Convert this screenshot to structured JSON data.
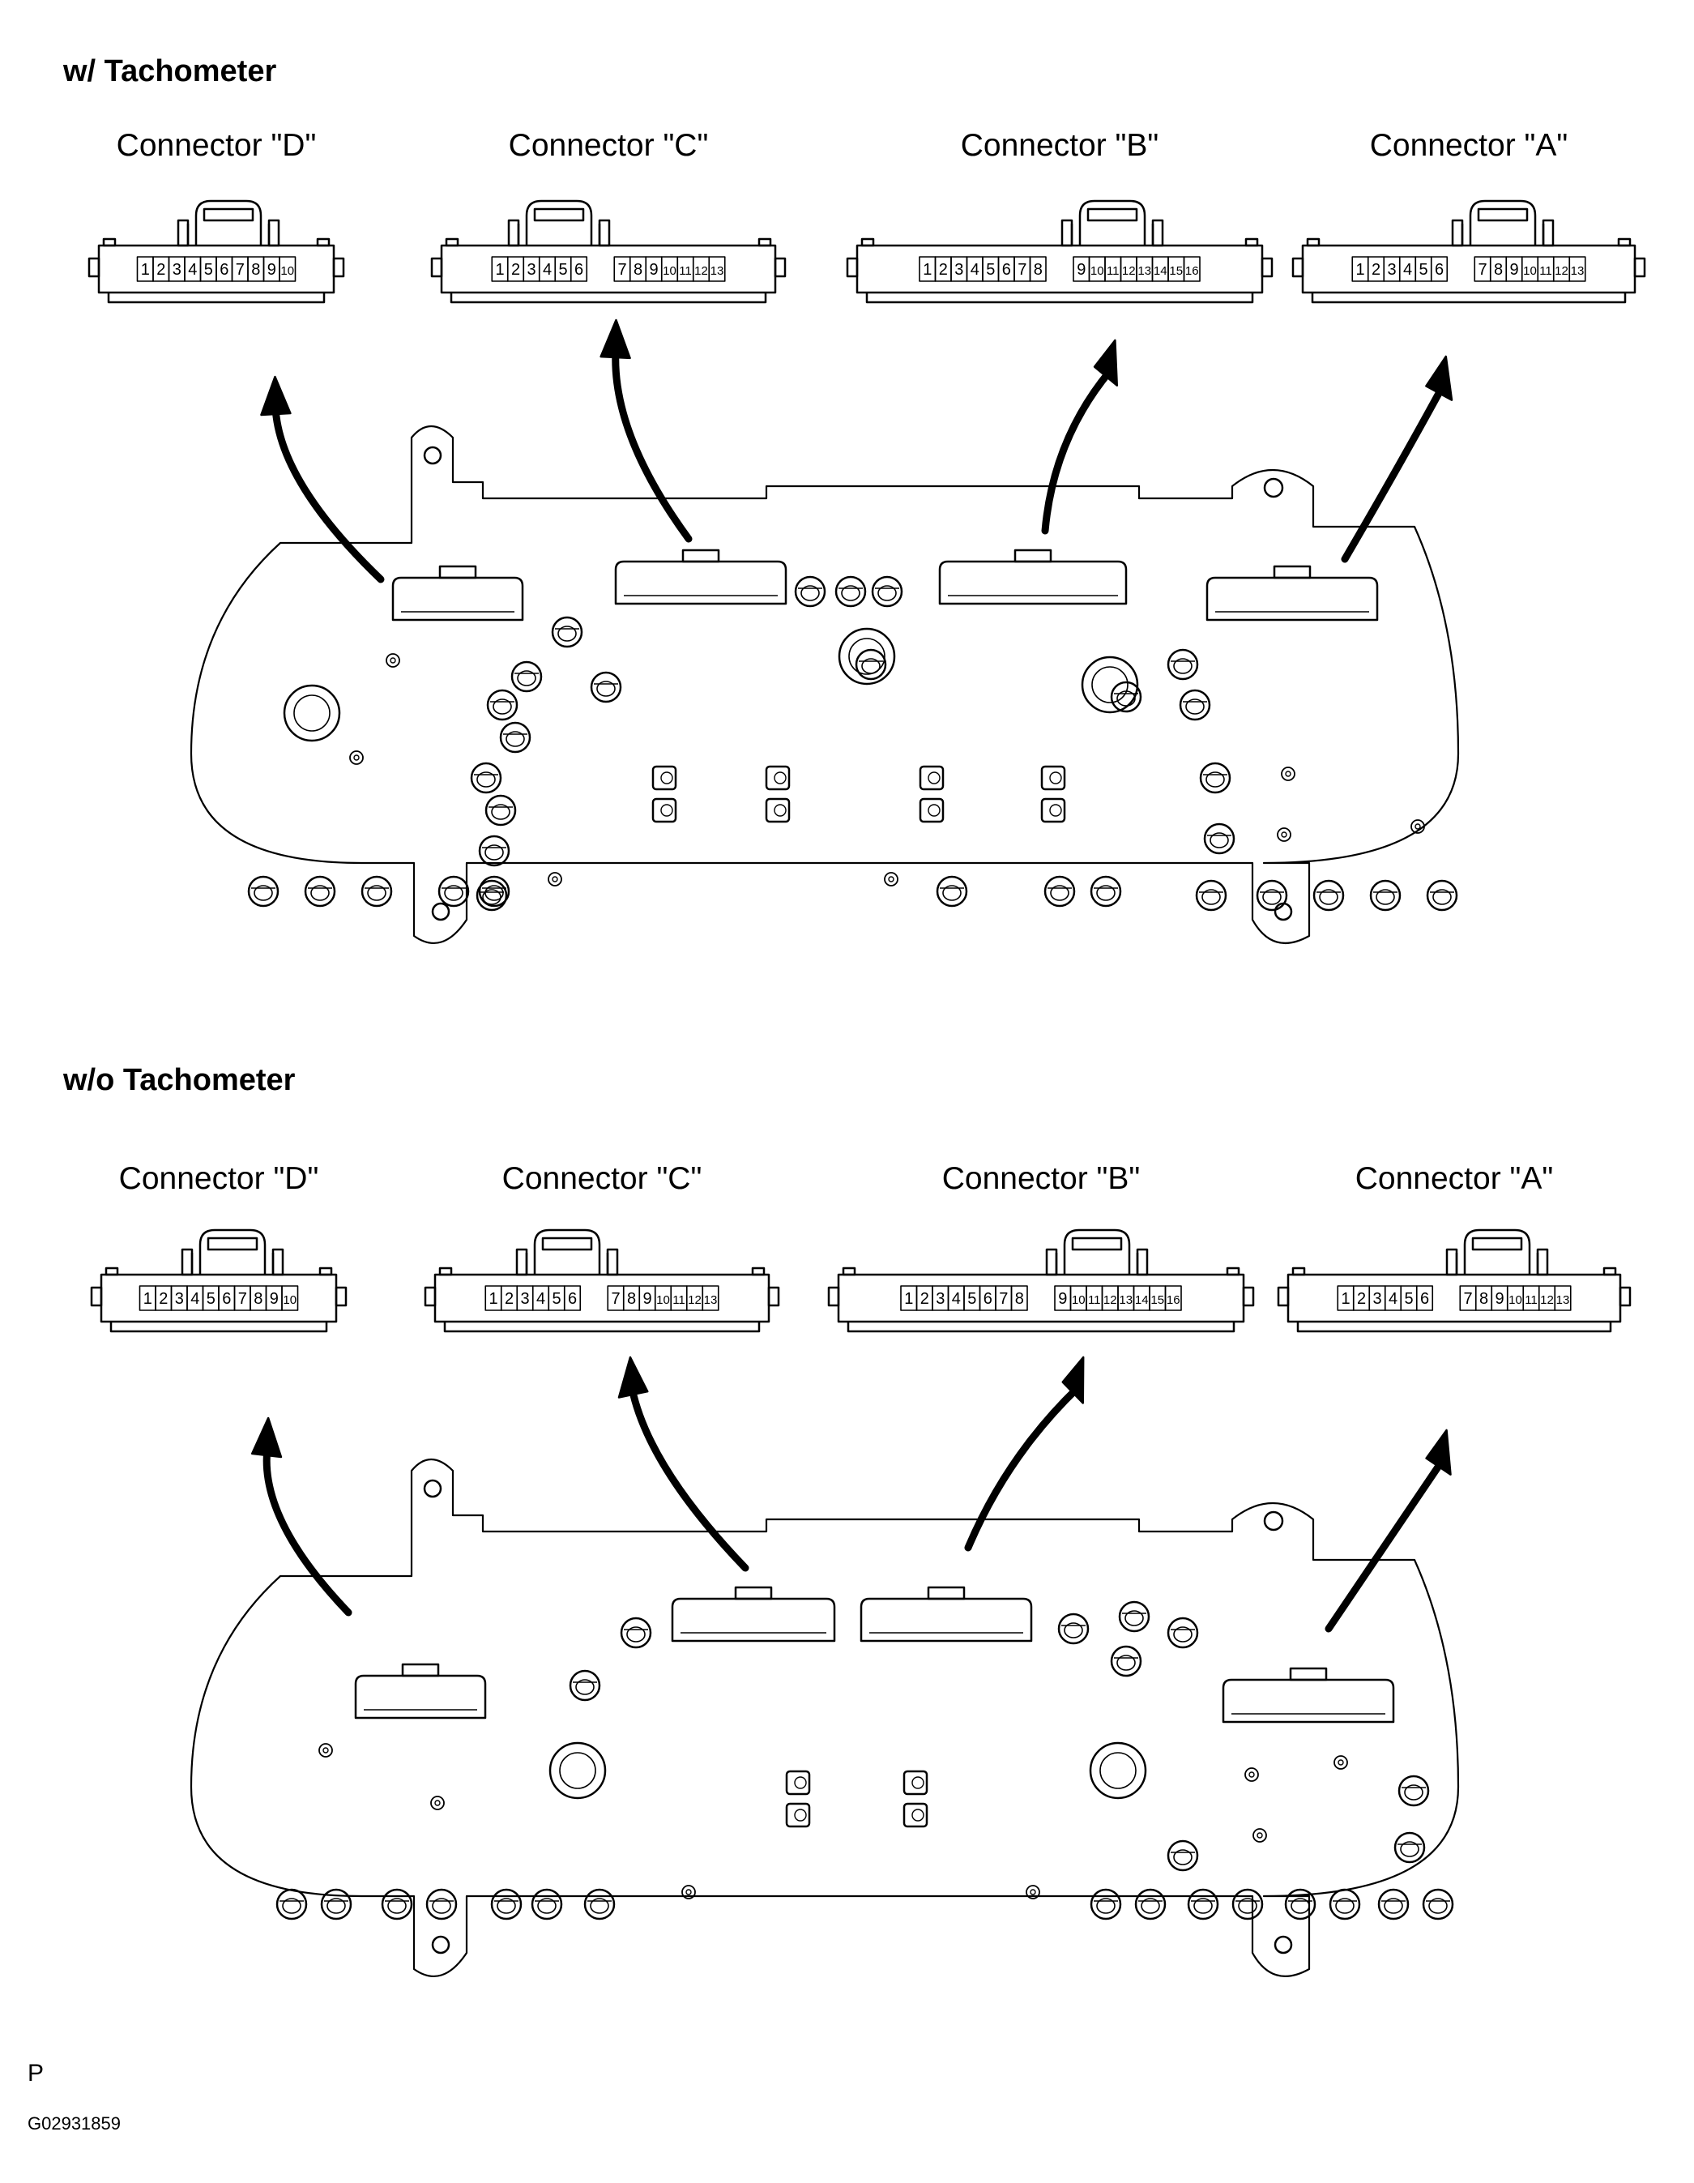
{
  "sections": [
    {
      "title": "w/ Tachometer",
      "connectors": [
        {
          "label": "Connector \"D\"",
          "pins": [
            "1",
            "2",
            "3",
            "4",
            "5",
            "6",
            "7",
            "8",
            "9",
            "10"
          ],
          "gap_after": 0
        },
        {
          "label": "Connector \"C\"",
          "pins": [
            "1",
            "2",
            "3",
            "4",
            "5",
            "6",
            "7",
            "8",
            "9",
            "10",
            "11",
            "12",
            "13"
          ],
          "gap_after": 6
        },
        {
          "label": "Connector \"B\"",
          "pins": [
            "1",
            "2",
            "3",
            "4",
            "5",
            "6",
            "7",
            "8",
            "9",
            "10",
            "11",
            "12",
            "13",
            "14",
            "15",
            "16"
          ],
          "gap_after": 8
        },
        {
          "label": "Connector \"A\"",
          "pins": [
            "1",
            "2",
            "3",
            "4",
            "5",
            "6",
            "7",
            "8",
            "9",
            "10",
            "11",
            "12",
            "13"
          ],
          "gap_after": 6
        }
      ]
    },
    {
      "title": "w/o Tachometer",
      "connectors": [
        {
          "label": "Connector \"D\"",
          "pins": [
            "1",
            "2",
            "3",
            "4",
            "5",
            "6",
            "7",
            "8",
            "9",
            "10"
          ],
          "gap_after": 0
        },
        {
          "label": "Connector \"C\"",
          "pins": [
            "1",
            "2",
            "3",
            "4",
            "5",
            "6",
            "7",
            "8",
            "9",
            "10",
            "11",
            "12",
            "13"
          ],
          "gap_after": 6
        },
        {
          "label": "Connector \"B\"",
          "pins": [
            "1",
            "2",
            "3",
            "4",
            "5",
            "6",
            "7",
            "8",
            "9",
            "10",
            "11",
            "12",
            "13",
            "14",
            "15",
            "16"
          ],
          "gap_after": 8
        },
        {
          "label": "Connector \"A\"",
          "pins": [
            "1",
            "2",
            "3",
            "4",
            "5",
            "6",
            "7",
            "8",
            "9",
            "10",
            "11",
            "12",
            "13"
          ],
          "gap_after": 6
        }
      ]
    }
  ],
  "footer": {
    "mark": "P",
    "figure_id": "G02931859"
  }
}
